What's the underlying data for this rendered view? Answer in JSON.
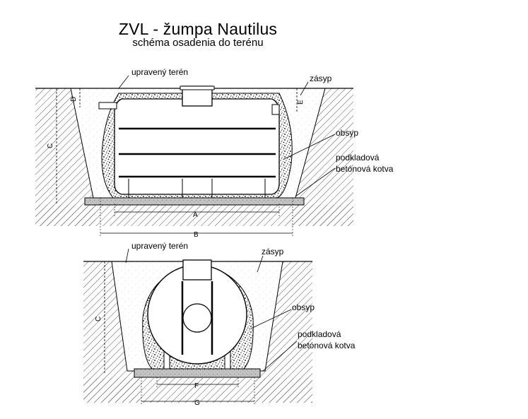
{
  "title": "ZVL - žumpa Nautilus",
  "subtitle": "schéma osadenia do terénu",
  "top_view": {
    "labels": {
      "terrain": "upravený terén",
      "backfill": "zásyp",
      "surround": "obsyp",
      "base_line1": "podkladová",
      "base_line2": "betónová kotva"
    },
    "dims": {
      "a": "A",
      "b": "B",
      "c": "C",
      "d": "D",
      "e": "E"
    }
  },
  "bottom_view": {
    "labels": {
      "terrain": "upravený terén",
      "backfill": "zásyp",
      "surround": "obsyp",
      "base_line1": "podkladová",
      "base_line2": "betónová kotva"
    },
    "dims": {
      "c": "C",
      "f": "F",
      "g": "G"
    }
  },
  "colors": {
    "line": "#000000",
    "hatch": "#555555",
    "gravel": "#444444",
    "concrete": "#b5b5b5"
  }
}
